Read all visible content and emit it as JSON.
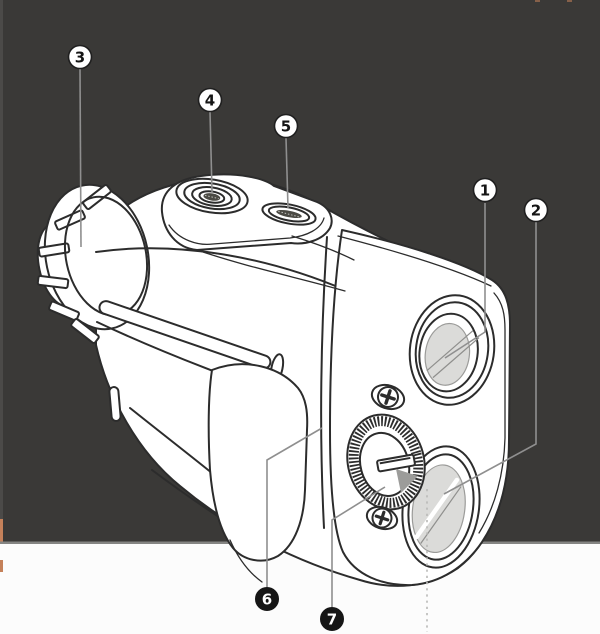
{
  "figure": {
    "kind": "numbered-parts-diagram",
    "subject": "laser-rangefinder-line-illustration",
    "colors": {
      "backdrop": "#3a3937",
      "backdrop_edge": "#4b4a48",
      "paper": "#fcfcfc",
      "divider": "#858583",
      "line": "#2c2c2c",
      "leader": "#8f8f8f",
      "glass": "#dbdbd9",
      "dotted_guide": "#b9b9b7",
      "indicator_arrow": "#9c9c9a",
      "marker_light_fill": "#ffffff",
      "marker_light_text": "#151515",
      "marker_dark_fill": "#161616",
      "marker_dark_text": "#ffffff",
      "artifact_orange": "#c5815a"
    }
  },
  "callouts": [
    {
      "label": "1",
      "style": "light",
      "points_to": "objective-lens"
    },
    {
      "label": "2",
      "style": "light",
      "points_to": "lower-front-lens"
    },
    {
      "label": "3",
      "style": "light",
      "points_to": "eyepiece-ring"
    },
    {
      "label": "4",
      "style": "light",
      "points_to": "top-round-button"
    },
    {
      "label": "5",
      "style": "light",
      "points_to": "top-oval-button"
    },
    {
      "label": "6",
      "style": "dark",
      "points_to": "side-cover"
    },
    {
      "label": "7",
      "style": "dark",
      "points_to": "knurled-wheel"
    }
  ]
}
